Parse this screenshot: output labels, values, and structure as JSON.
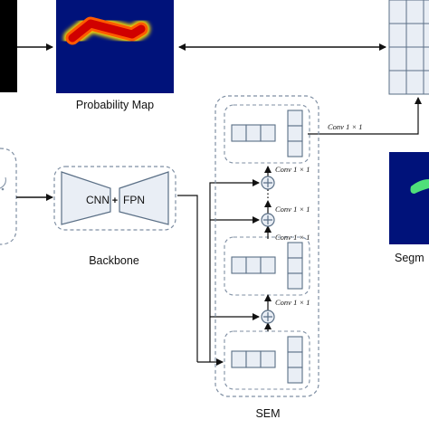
{
  "labels": {
    "probability_map": "Probability Map",
    "backbone": "Backbone",
    "cnn": "CNN",
    "plus": "+",
    "fpn": "FPN",
    "sem": "SEM",
    "segm": "Segm",
    "conv_top": "Conv 1 × 1",
    "conv_1": "Conv 1 × 1",
    "conv_2": "Conv 1 × 1",
    "conv_3": "Conv 1 × 1",
    "conv_4": "Conv 1 × 1",
    "ellipsis": "⋮"
  },
  "colors": {
    "heatmap_bg": "#00127a",
    "heatmap_outer": "#ffe100",
    "heatmap_mid": "#ff5a00",
    "heatmap_core": "#d00000",
    "panel_fill": "#e9eef5",
    "panel_stroke": "#5a6f86",
    "grid_stroke": "#5a6f86",
    "dashed_stroke": "#7f8fa3",
    "seg_blob": "#4fe07a"
  }
}
